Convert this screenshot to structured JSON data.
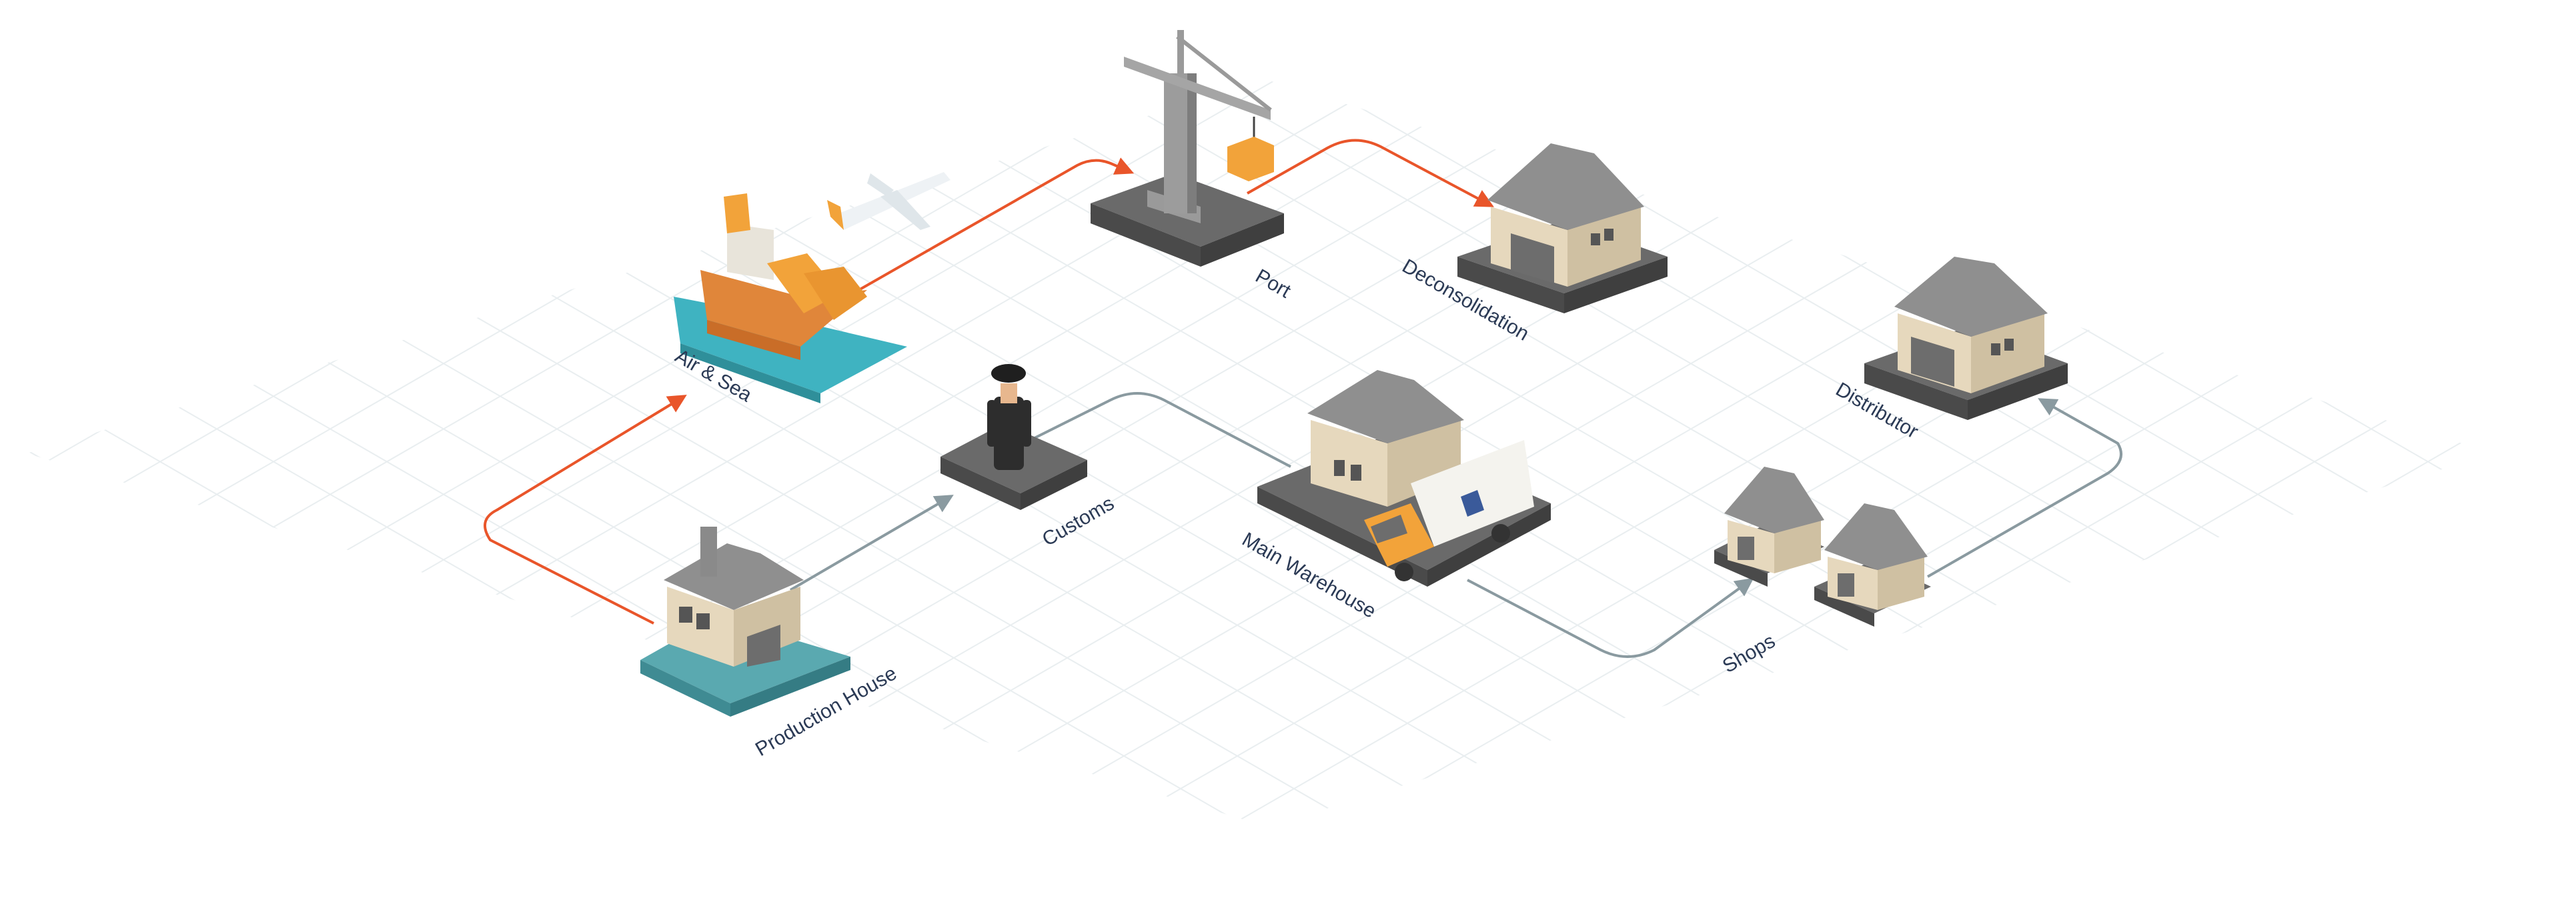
{
  "colors": {
    "route_orange": "#e9552a",
    "route_gray": "#8a9aa0",
    "label": "#2b3a55",
    "grid": "#e9eef0",
    "accent_orange": "#f2a33a",
    "water": "#3fb3c1",
    "roof": "#8f8f8f",
    "wall": "#e6d8bd",
    "slab": "#5c5c5c"
  },
  "nodes": {
    "production": {
      "label": "Production House",
      "icon": "factory-icon"
    },
    "air_sea": {
      "label": "Air & Sea",
      "icon": "ship-and-plane-icon"
    },
    "port": {
      "label": "Port",
      "icon": "crane-icon"
    },
    "deconsolidation": {
      "label": "Deconsolidation",
      "icon": "warehouse-icon"
    },
    "customs": {
      "label": "Customs",
      "icon": "officer-icon"
    },
    "main_warehouse": {
      "label": "Main Warehouse",
      "icon": "warehouse-truck-icon"
    },
    "shops": {
      "label": "Shops",
      "icon": "shops-icon"
    },
    "distributor": {
      "label": "Distributor",
      "icon": "warehouse-icon"
    }
  },
  "routes": [
    {
      "from": "Production House",
      "to": "Air & Sea",
      "color": "#e9552a"
    },
    {
      "from": "Air & Sea",
      "to": "Port",
      "color": "#e9552a"
    },
    {
      "from": "Port",
      "to": "Deconsolidation",
      "color": "#e9552a"
    },
    {
      "from": "Production House",
      "to": "Customs",
      "color": "#8a9aa0"
    },
    {
      "from": "Customs",
      "to": "Main Warehouse",
      "color": "#8a9aa0"
    },
    {
      "from": "Main Warehouse",
      "to": "Shops",
      "color": "#8a9aa0"
    },
    {
      "from": "Shops",
      "to": "Distributor",
      "color": "#8a9aa0"
    }
  ]
}
